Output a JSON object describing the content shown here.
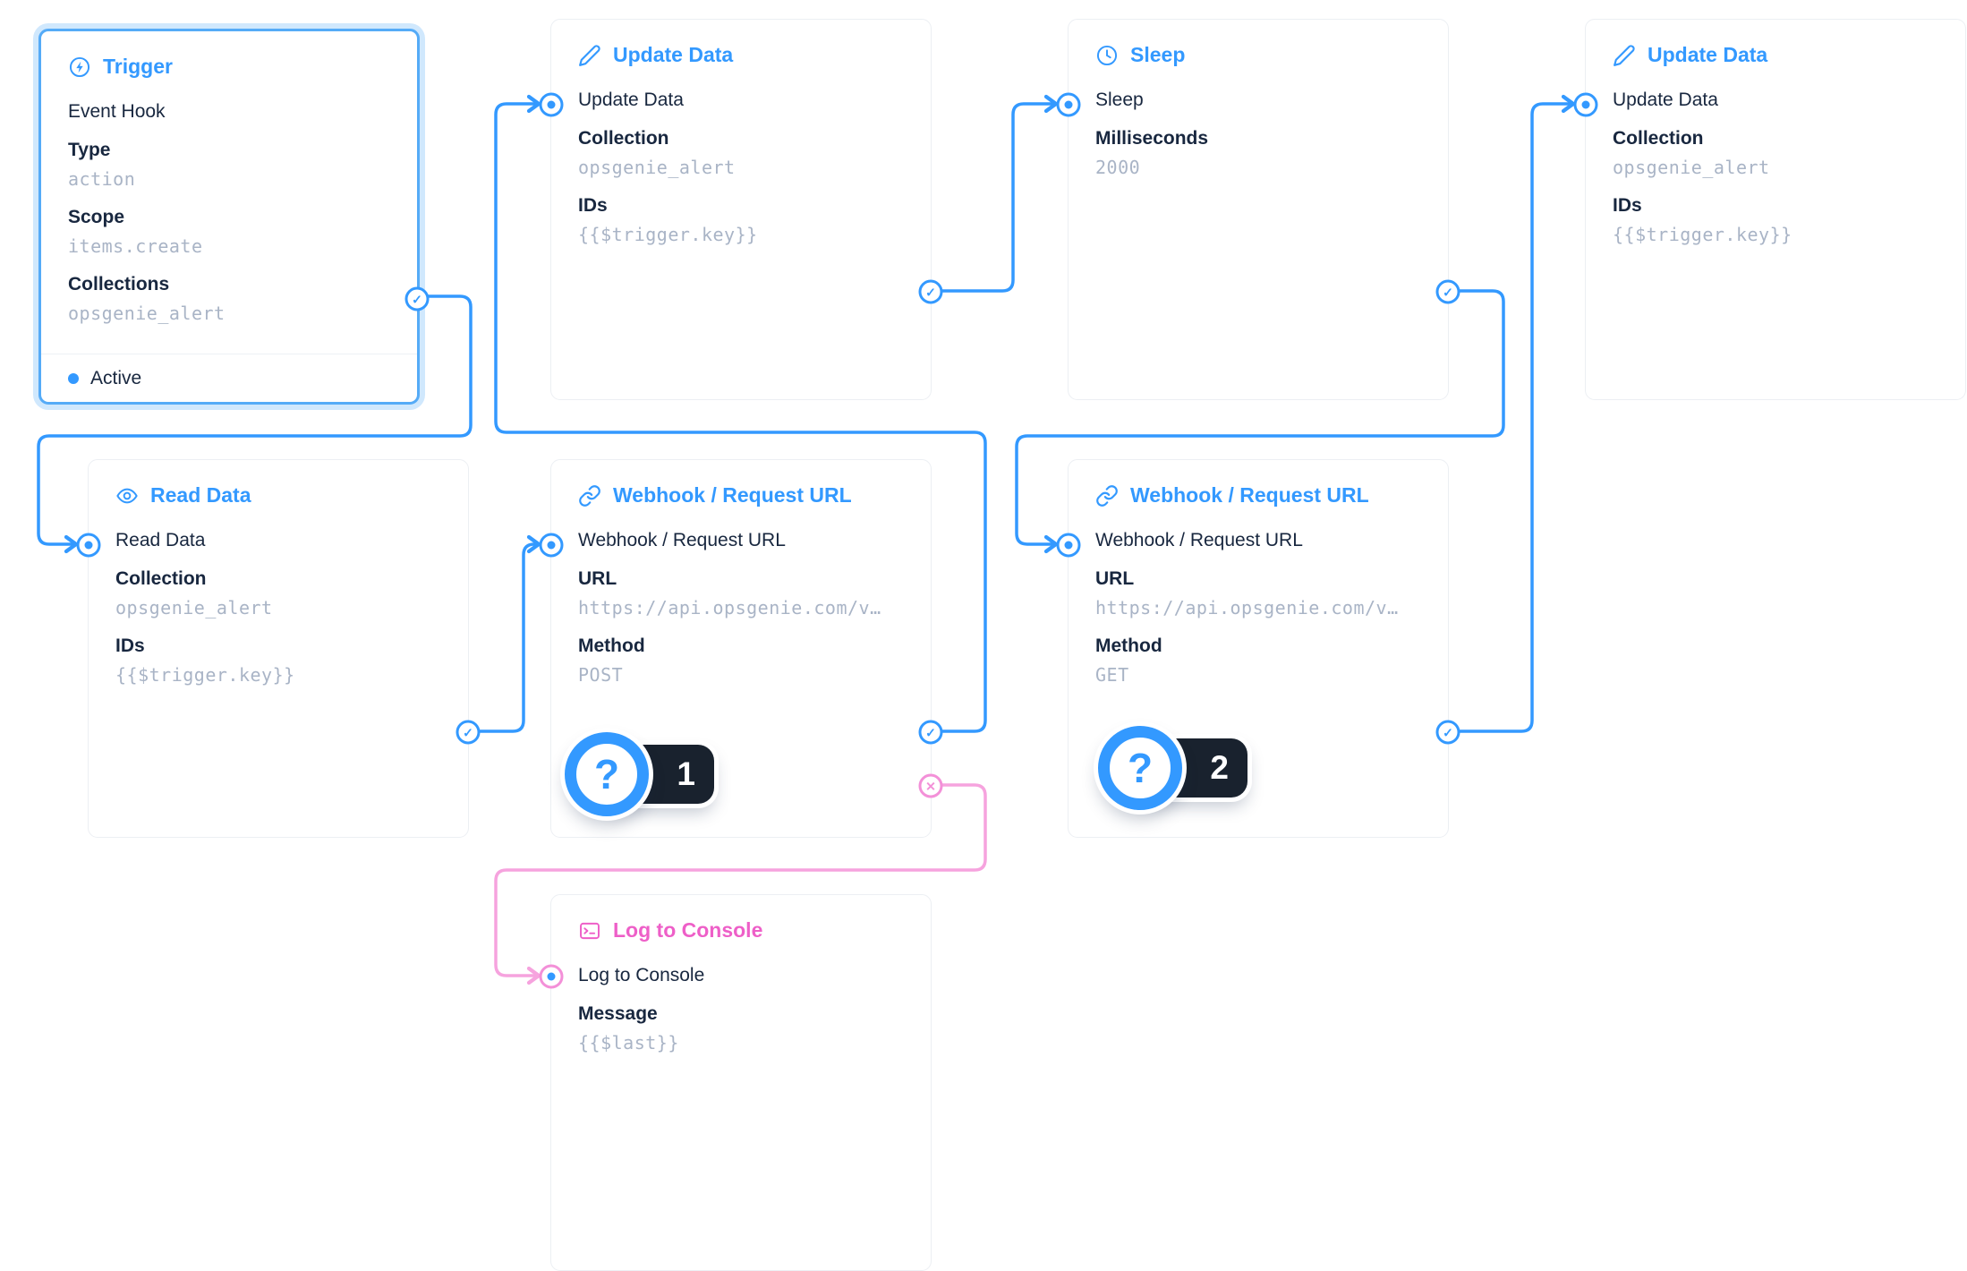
{
  "colors": {
    "accent": "#3399ff",
    "pink_title": "#ee5fc8",
    "pink_line": "#f6a3de",
    "badge_bg": "#19222e",
    "value_gray": "#a9b4c6",
    "text_dark": "#18273f"
  },
  "glyphs": {
    "check": "✓",
    "cross": "✕",
    "question": "?"
  },
  "nodes": {
    "trigger": {
      "title": "Trigger",
      "subtitle": "Event Hook",
      "fields": [
        {
          "label": "Type",
          "value": "action"
        },
        {
          "label": "Scope",
          "value": "items.create"
        },
        {
          "label": "Collections",
          "value": "opsgenie_alert"
        }
      ],
      "status": "Active"
    },
    "update1": {
      "title": "Update Data",
      "subtitle": "Update Data",
      "fields": [
        {
          "label": "Collection",
          "value": "opsgenie_alert"
        },
        {
          "label": "IDs",
          "value": "{{$trigger.key}}"
        }
      ]
    },
    "sleep": {
      "title": "Sleep",
      "subtitle": "Sleep",
      "fields": [
        {
          "label": "Milliseconds",
          "value": "2000"
        }
      ]
    },
    "update2": {
      "title": "Update Data",
      "subtitle": "Update Data",
      "fields": [
        {
          "label": "Collection",
          "value": "opsgenie_alert"
        },
        {
          "label": "IDs",
          "value": "{{$trigger.key}}"
        }
      ]
    },
    "read": {
      "title": "Read Data",
      "subtitle": "Read Data",
      "fields": [
        {
          "label": "Collection",
          "value": "opsgenie_alert"
        },
        {
          "label": "IDs",
          "value": "{{$trigger.key}}"
        }
      ]
    },
    "webhook1": {
      "title": "Webhook / Request URL",
      "subtitle": "Webhook / Request URL",
      "fields": [
        {
          "label": "URL",
          "value": "https://api.opsgenie.com/v…"
        },
        {
          "label": "Method",
          "value": "POST"
        }
      ],
      "badge": "1"
    },
    "webhook2": {
      "title": "Webhook / Request URL",
      "subtitle": "Webhook / Request URL",
      "fields": [
        {
          "label": "URL",
          "value": "https://api.opsgenie.com/v…"
        },
        {
          "label": "Method",
          "value": "GET"
        }
      ],
      "badge": "2"
    },
    "log": {
      "title": "Log to Console",
      "subtitle": "Log to Console",
      "fields": [
        {
          "label": "Message",
          "value": "{{$last}}"
        }
      ]
    }
  }
}
